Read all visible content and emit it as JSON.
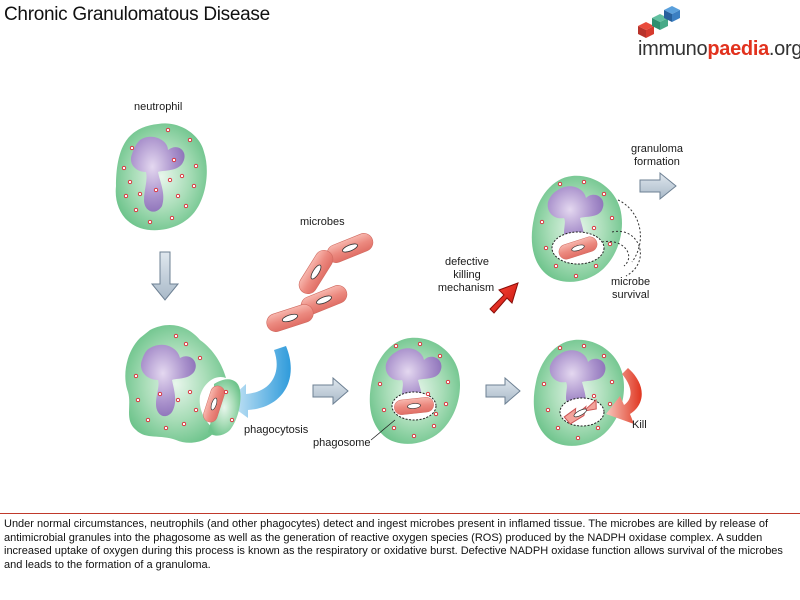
{
  "header": {
    "title": "Chronic Granulomatous Disease",
    "logo_prefix": "immuno",
    "logo_brand": "paedia",
    "logo_suffix": ".org",
    "logo_icon": "cubes-icon"
  },
  "labels": {
    "neutrophil": "neutrophil",
    "microbes": "microbes",
    "phagocytosis": "phagocytosis",
    "phagosome": "phagosome",
    "defective_1": "defective",
    "defective_2": "killing",
    "defective_3": "mechanism",
    "granuloma_1": "granuloma",
    "granuloma_2": "formation",
    "survival_1": "microbe",
    "survival_2": "survival",
    "kill": "Kill"
  },
  "caption": "Under normal circumstances, neutrophils (and other phagocytes) detect and ingest microbes present in inflamed tissue. The microbes are killed by release of antimicrobial granules into the phagosome as well as the generation of reactive oxygen species (ROS) produced by the NADPH oxidase complex.  A sudden increased uptake of oxygen during this process is known as the respiratory or oxidative burst. Defective NADPH oxidase function allows survival of the microbes and leads to the formation of a granuloma.",
  "colors": {
    "cell_fill": "#8fd3a6",
    "nucleus_fill": "#a48cc6",
    "microbe_fill": "#f08f85",
    "arrow_gray": "#b9c7d3",
    "arrow_red": "#e0241c",
    "accent_blue": "#3aa6e0"
  }
}
